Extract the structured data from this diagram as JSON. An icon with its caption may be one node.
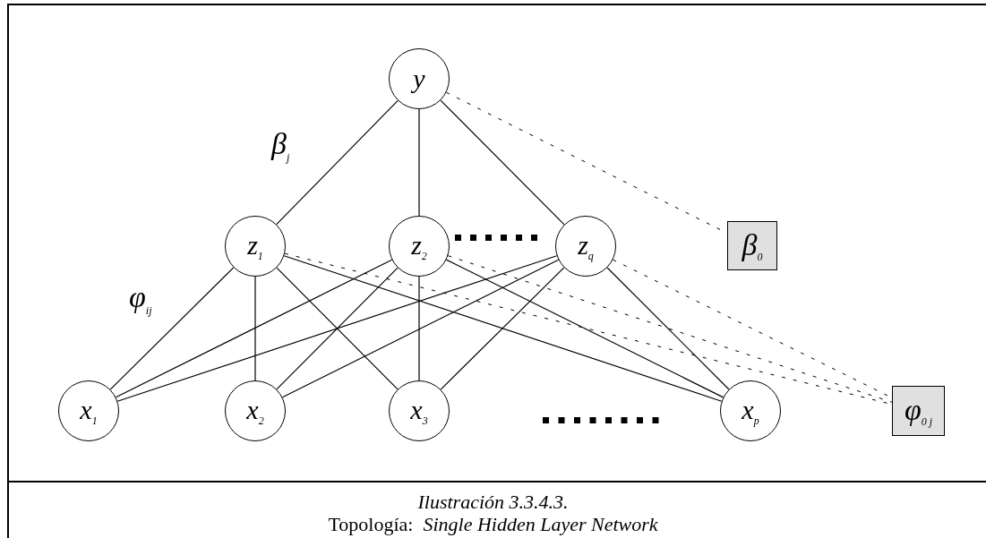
{
  "diagram": {
    "caption": "Ilustración 3.3.4.3.",
    "nodes": [
      {
        "text": [
          "y"
        ]
      },
      {
        "text": [
          "z$_{1}$"
        ]
      },
      {
        "text": [
          "z$_{2}$"
        ]
      },
      {
        "text": [
          "z$_{q}$"
        ]
      },
      {
        "text": [
          "β$_{0}$"
        ]
      },
      {
        "text": [
          "x$_{1}$"
        ]
      },
      {
        "text": [
          "x$_{2}$"
        ]
      },
      {
        "text": [
          "x$_{3}$"
        ]
      },
      {
        "text": [
          "x$_{p}$"
        ]
      },
      {
        "text": [
          "φ$_{0 j}$"
        ]
      }
    ],
    "edges": [
      {
        "from": 0,
        "to": 1,
        "arrow": "none"
      },
      {
        "from": 0,
        "to": 2,
        "arrow": "none"
      },
      {
        "from": 0,
        "to": 3,
        "arrow": "none"
      },
      {
        "from": 0,
        "to": 4,
        "arrow": "none",
        "style": "dashed"
      },
      {
        "from": 1,
        "to": 5,
        "arrow": "none"
      },
      {
        "from": 1,
        "to": 6,
        "arrow": "none"
      },
      {
        "from": 1,
        "to": 7,
        "arrow": "none"
      },
      {
        "from": 1,
        "to": 8,
        "arrow": "none"
      },
      {
        "from": 2,
        "to": 5,
        "arrow": "none"
      },
      {
        "from": 2,
        "to": 6,
        "arrow": "none"
      },
      {
        "from": 2,
        "to": 7,
        "arrow": "none"
      },
      {
        "from": 2,
        "to": 8,
        "arrow": "none"
      },
      {
        "from": 3,
        "to": 5,
        "arrow": "none"
      },
      {
        "from": 3,
        "to": 6,
        "arrow": "none"
      },
      {
        "from": 3,
        "to": 7,
        "arrow": "none"
      },
      {
        "from": 3,
        "to": 8,
        "arrow": "none"
      },
      {
        "from": 1,
        "to": 9,
        "arrow": "none",
        "style": "dashed"
      },
      {
        "from": 2,
        "to": 9,
        "arrow": "none",
        "style": "dashed"
      },
      {
        "from": 3,
        "to": 9,
        "arrow": "none",
        "style": "dashed"
      }
    ],
    "labels": [
      "β$_{j}$",
      "φ$_{ij}$",
      "Topología:  *Single Hidden Layer Network*"
    ]
  }
}
